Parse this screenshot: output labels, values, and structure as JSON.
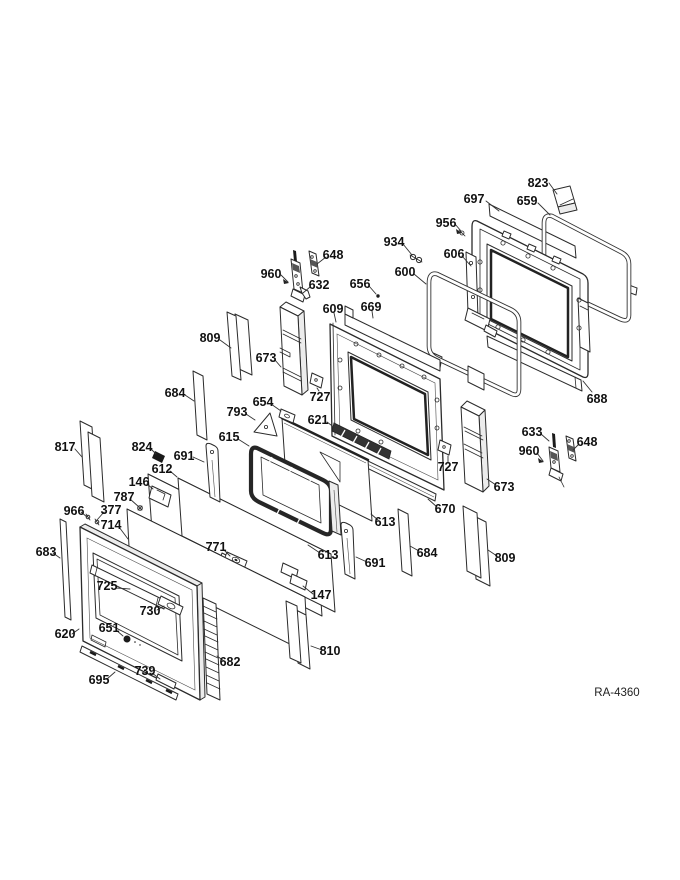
{
  "diagram": {
    "ref": "RA-4360",
    "labels": [
      "823",
      "697",
      "659",
      "956",
      "934",
      "606",
      "600",
      "688",
      "960",
      "648",
      "632",
      "656",
      "609",
      "669",
      "809",
      "673",
      "684",
      "817",
      "793",
      "654",
      "727",
      "621",
      "615",
      "824",
      "691",
      "612",
      "146",
      "787",
      "966",
      "377",
      "714",
      "683",
      "725",
      "730",
      "620",
      "651",
      "695",
      "739",
      "682",
      "771",
      "147",
      "810",
      "613",
      "691",
      "613",
      "684",
      "809",
      "673",
      "670",
      "727",
      "633",
      "648",
      "960"
    ]
  }
}
